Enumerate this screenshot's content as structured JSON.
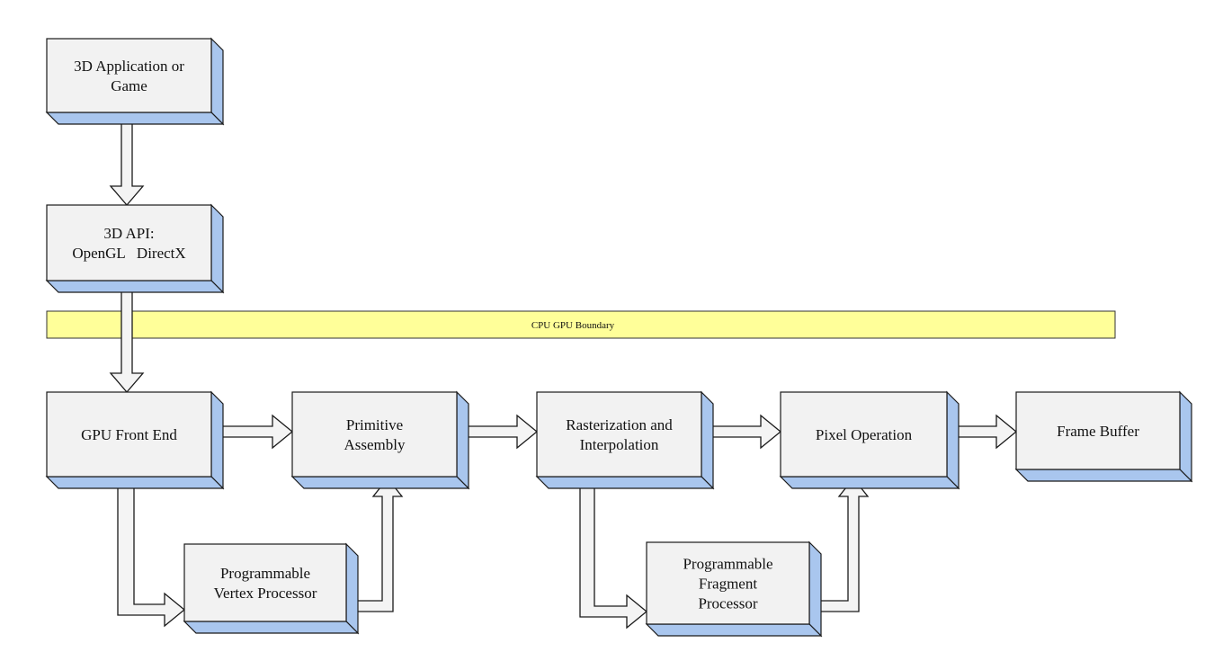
{
  "diagram": {
    "boundary_label": "CPU GPU Boundary",
    "nodes": {
      "app": [
        "3D Application or",
        "Game"
      ],
      "api": [
        "3D API:",
        "OpenGL   DirectX"
      ],
      "frontend": [
        "GPU Front End"
      ],
      "primitive": [
        "Primitive",
        "Assembly"
      ],
      "raster": [
        "Rasterization and",
        "Interpolation"
      ],
      "pixel": [
        "Pixel Operation"
      ],
      "framebuffer": [
        "Frame Buffer"
      ],
      "vertex": [
        "Programmable",
        "Vertex Processor"
      ],
      "fragment": [
        "Programmable",
        "Fragment",
        "Processor"
      ]
    }
  },
  "colors": {
    "box_face": "#f2f2f2",
    "box_side": "#a9c6ee",
    "box_stroke": "#1a1a1a",
    "band_fill": "#ffff99",
    "arrow_fill": "#f4f4f4"
  }
}
